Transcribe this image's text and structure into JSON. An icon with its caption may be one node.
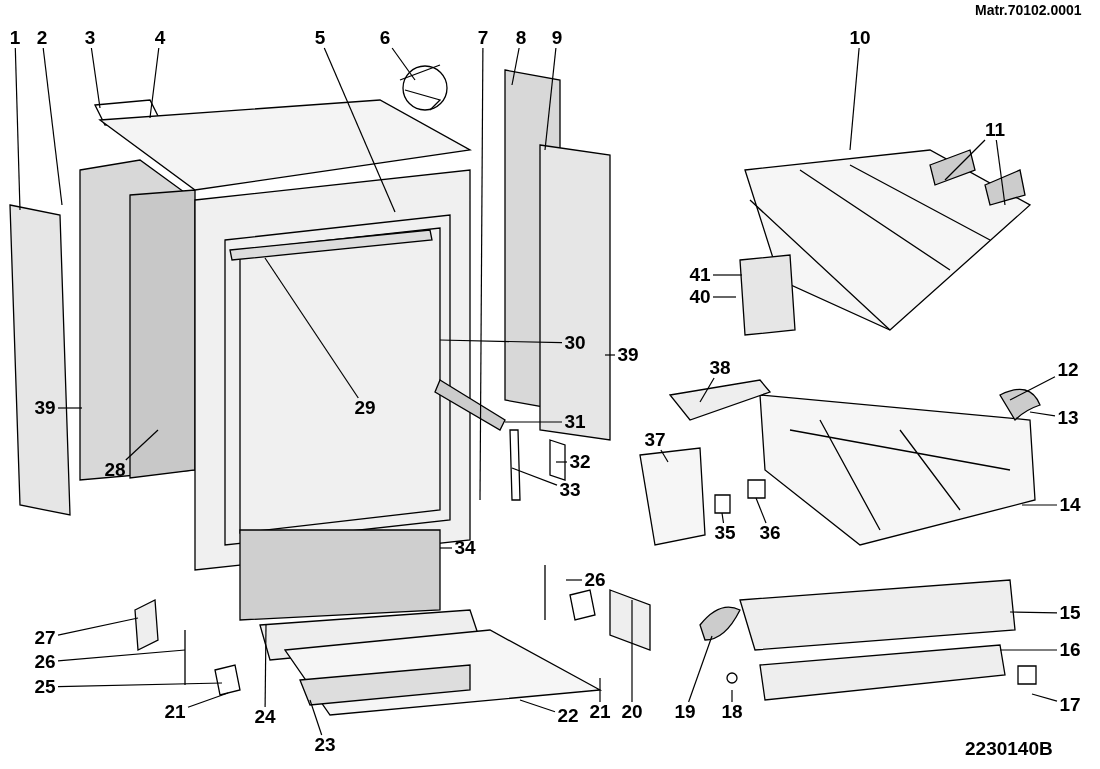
{
  "diagram": {
    "nodes": [
      {
        "text": [
          "1"
        ]
      },
      {
        "text": [
          "2"
        ]
      },
      {
        "text": [
          "3"
        ]
      },
      {
        "text": [
          "4"
        ]
      },
      {
        "text": [
          "5"
        ]
      },
      {
        "text": [
          "6"
        ]
      },
      {
        "text": [
          "7"
        ]
      },
      {
        "text": [
          "8"
        ]
      },
      {
        "text": [
          "9"
        ]
      },
      {
        "text": [
          "10"
        ]
      },
      {
        "text": [
          "11"
        ]
      },
      {
        "text": [
          "41"
        ]
      },
      {
        "text": [
          "40"
        ]
      },
      {
        "text": [
          "30"
        ]
      },
      {
        "text": [
          "39"
        ]
      },
      {
        "text": [
          "39"
        ]
      },
      {
        "text": [
          "29"
        ]
      },
      {
        "text": [
          "38"
        ]
      },
      {
        "text": [
          "12"
        ]
      },
      {
        "text": [
          "31"
        ]
      },
      {
        "text": [
          "13"
        ]
      },
      {
        "text": [
          "28"
        ]
      },
      {
        "text": [
          "32"
        ]
      },
      {
        "text": [
          "37"
        ]
      },
      {
        "text": [
          "33"
        ]
      },
      {
        "text": [
          "35"
        ]
      },
      {
        "text": [
          "36"
        ]
      },
      {
        "text": [
          "14"
        ]
      },
      {
        "text": [
          "34"
        ]
      },
      {
        "text": [
          "26"
        ]
      },
      {
        "text": [
          "27"
        ]
      },
      {
        "text": [
          "15"
        ]
      },
      {
        "text": [
          "26"
        ]
      },
      {
        "text": [
          "25"
        ]
      },
      {
        "text": [
          "16"
        ]
      },
      {
        "text": [
          "21"
        ]
      },
      {
        "text": [
          "24"
        ]
      },
      {
        "text": [
          "21"
        ]
      },
      {
        "text": [
          "20"
        ]
      },
      {
        "text": [
          "19"
        ]
      },
      {
        "text": [
          "18"
        ]
      },
      {
        "text": [
          "22"
        ]
      },
      {
        "text": [
          "17"
        ]
      },
      {
        "text": [
          "23"
        ]
      }
    ],
    "edges": [
      {
        "from": 0,
        "to": null,
        "arrow": "none"
      },
      {
        "from": 1,
        "to": null,
        "arrow": "none"
      },
      {
        "from": 2,
        "to": null,
        "arrow": "none"
      },
      {
        "from": 3,
        "to": null,
        "arrow": "none"
      },
      {
        "from": 4,
        "to": null,
        "arrow": "none"
      },
      {
        "from": 5,
        "to": null,
        "arrow": "none"
      },
      {
        "from": 6,
        "to": null,
        "arrow": "none"
      },
      {
        "from": 7,
        "to": null,
        "arrow": "none"
      },
      {
        "from": 8,
        "to": null,
        "arrow": "none"
      },
      {
        "from": 9,
        "to": null,
        "arrow": "none"
      },
      {
        "from": 10,
        "to": null,
        "arrow": "none"
      },
      {
        "from": 10,
        "to": null,
        "arrow": "none"
      },
      {
        "from": 11,
        "to": null,
        "arrow": "none"
      },
      {
        "from": 12,
        "to": null,
        "arrow": "none"
      },
      {
        "from": 13,
        "to": null,
        "arrow": "none"
      },
      {
        "from": 14,
        "to": null,
        "arrow": "none"
      },
      {
        "from": 15,
        "to": null,
        "arrow": "none"
      },
      {
        "from": 16,
        "to": null,
        "arrow": "none"
      },
      {
        "from": 17,
        "to": null,
        "arrow": "none"
      },
      {
        "from": 18,
        "to": null,
        "arrow": "none"
      },
      {
        "from": 19,
        "to": null,
        "arrow": "none"
      },
      {
        "from": 20,
        "to": null,
        "arrow": "none"
      },
      {
        "from": 21,
        "to": null,
        "arrow": "none"
      },
      {
        "from": 22,
        "to": null,
        "arrow": "none"
      },
      {
        "from": 23,
        "to": null,
        "arrow": "none"
      },
      {
        "from": 24,
        "to": null,
        "arrow": "none"
      },
      {
        "from": 25,
        "to": null,
        "arrow": "none"
      },
      {
        "from": 26,
        "to": null,
        "arrow": "none"
      },
      {
        "from": 27,
        "to": null,
        "arrow": "none"
      },
      {
        "from": 28,
        "to": null,
        "arrow": "none"
      },
      {
        "from": 29,
        "to": null,
        "arrow": "none"
      },
      {
        "from": 30,
        "to": null,
        "arrow": "none"
      },
      {
        "from": 31,
        "to": null,
        "arrow": "none"
      },
      {
        "from": 32,
        "to": null,
        "arrow": "none"
      },
      {
        "from": 33,
        "to": null,
        "arrow": "none"
      },
      {
        "from": 34,
        "to": null,
        "arrow": "none"
      },
      {
        "from": 35,
        "to": null,
        "arrow": "none"
      },
      {
        "from": 36,
        "to": null,
        "arrow": "none"
      },
      {
        "from": 37,
        "to": null,
        "arrow": "none"
      },
      {
        "from": 38,
        "to": null,
        "arrow": "none"
      },
      {
        "from": 39,
        "to": null,
        "arrow": "none"
      },
      {
        "from": 40,
        "to": null,
        "arrow": "none"
      },
      {
        "from": 41,
        "to": null,
        "arrow": "none"
      },
      {
        "from": 42,
        "to": null,
        "arrow": "none"
      },
      {
        "from": 43,
        "to": null,
        "arrow": "none"
      }
    ],
    "labels": [
      "Matr.70102.0001",
      "2230140B"
    ]
  }
}
